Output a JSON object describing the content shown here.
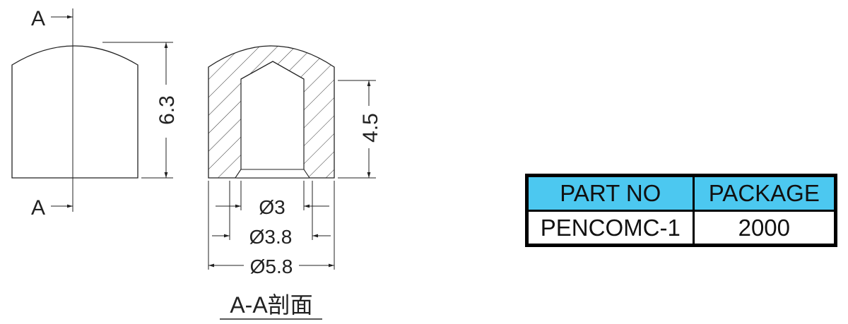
{
  "section_marks": {
    "top": "A",
    "bottom": "A"
  },
  "dimensions": {
    "height_total": "6.3",
    "bore_depth": "4.5",
    "bore_diameter": "Ø3",
    "chamfer_diameter": "Ø3.8",
    "outer_diameter": "Ø5.8"
  },
  "section_caption": "A-A剖面",
  "table": {
    "headers": [
      "PART NO",
      "PACKAGE"
    ],
    "rows": [
      [
        "PENCOMC-1",
        "2000"
      ]
    ],
    "header_color": "#4cc8f0"
  }
}
